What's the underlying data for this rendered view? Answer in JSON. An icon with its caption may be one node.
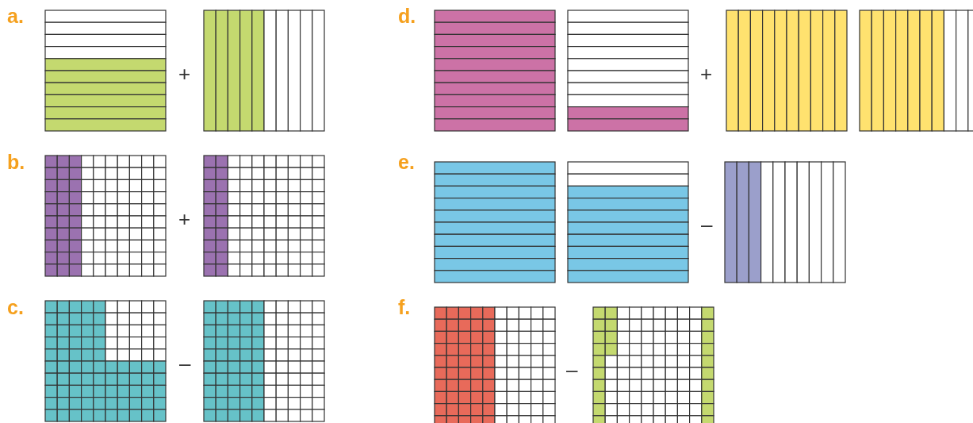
{
  "diagram": {
    "labels": [
      "a.",
      "+",
      "d.",
      "+",
      "b.",
      "+",
      "e.",
      "–",
      "c.",
      "–",
      "f.",
      "–"
    ]
  }
}
